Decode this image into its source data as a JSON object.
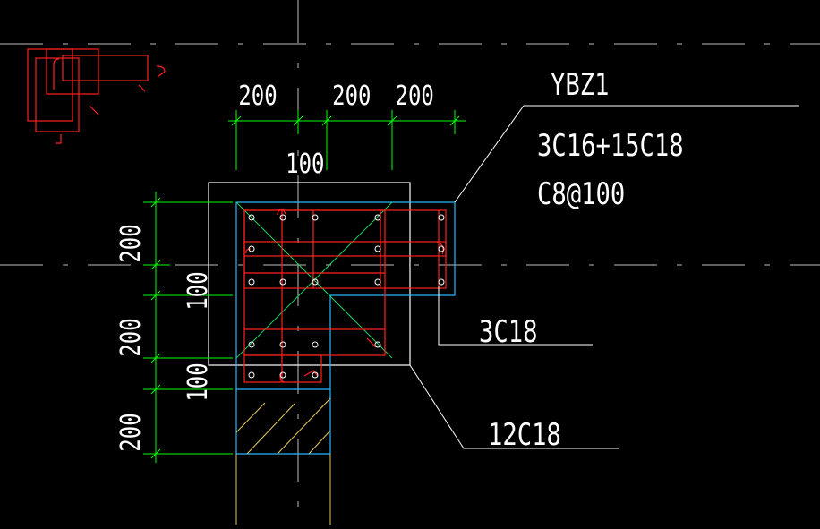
{
  "drawing": {
    "title": "YBZ1",
    "rebar_main": "3C16+15C18",
    "stirrup": "C8@100",
    "callout_right": "3C18",
    "callout_bottom": "12C18",
    "dims_top": {
      "d1": "200",
      "d2": "200",
      "d3": "200",
      "d_offset": "100"
    },
    "dims_left": {
      "d1": "200",
      "d_offset1": "100",
      "d2": "200",
      "d_offset2": "100",
      "d3": "200"
    }
  },
  "colors": {
    "background": "#000000",
    "dimension": "#00ff00",
    "rebar": "#ff2020",
    "outline": "#ffffff",
    "concrete_edge": "#27b7ff",
    "hatch": "#e4c85c",
    "diagonal": "#20d060",
    "axis": "#bcbcbc"
  }
}
